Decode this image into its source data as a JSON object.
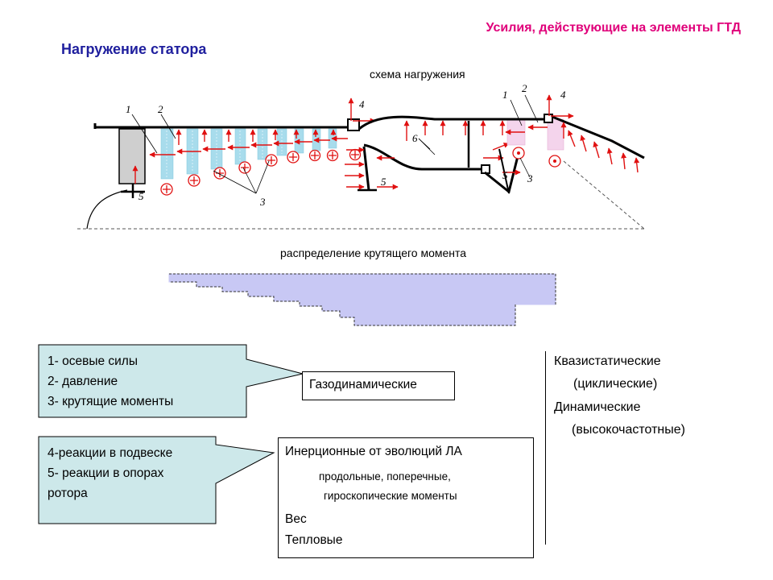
{
  "header": {
    "title": "Усилия, действующие на элементы ГТД"
  },
  "page": {
    "title": "Нагружение статора"
  },
  "diagram": {
    "scheme_label": "схема нагружения",
    "torque_label": "распределение крутящего момента",
    "numbers": {
      "n1": "1",
      "n2": "2",
      "n3": "3",
      "n4": "4",
      "n5": "5",
      "n6": "6"
    }
  },
  "callouts": {
    "gas_forces": [
      "1- осевые силы",
      "2- давление",
      "3- крутящие моменты"
    ],
    "reactions": [
      "4-реакции в подвеске",
      "5- реакции в опорах",
      "ротора"
    ]
  },
  "boxes": {
    "gasdynamic": "Газодинамические",
    "inertial": {
      "title": "Инерционные от эволюций ЛА",
      "sub1": "продольные, поперечные,",
      "sub2": "гироскопические моменты",
      "weight": "Вес",
      "thermal": "Тепловые"
    }
  },
  "classification": {
    "quasistatic": "Квазистатические",
    "cyclic": "(циклические)",
    "dynamic": "Динамические",
    "highfreq": "(высокочастотные)"
  },
  "colors": {
    "accent": "#e0007a",
    "title": "#1f1f9e",
    "callout_fill": "#cde8ea",
    "torque_fill": "#c8c8f4",
    "arrow": "#e01010",
    "blade": "#a8dcec",
    "rotor": "#cfcfcf"
  }
}
